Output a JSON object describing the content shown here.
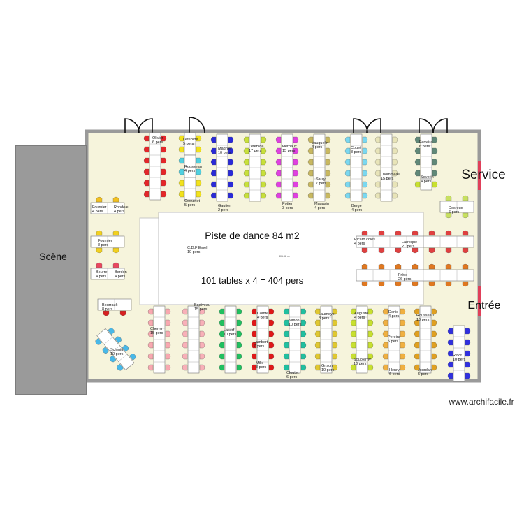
{
  "labels": {
    "stage": "Scène",
    "dance_floor": "Piste de dance 84 m2",
    "tables_total": "101 tables x 4 = 404 pers",
    "service": "Service",
    "entrance": "Entrée",
    "area": "306.36 m²",
    "watermark": "www.archifacile.fr"
  },
  "groups": [
    {
      "name": "Olivier",
      "pers": "6 pers",
      "color": "#e52629"
    },
    {
      "name": "Lefebvre",
      "pers": "5 pers",
      "color": "#f2e21b"
    },
    {
      "name": "Rousseau",
      "pers": "4 pers",
      "color": "#f2e21b"
    },
    {
      "name": "Coquelet",
      "pers": "5 pers",
      "color": "#f2e21b"
    },
    {
      "name": "Magnier",
      "pers": "10 pers",
      "color": "#2a2ad8"
    },
    {
      "name": "Gautier",
      "pers": "2 pers",
      "color": "#2a2ad8"
    },
    {
      "name": "Lefebvre",
      "pers": "17 pers",
      "color": "#c8e03a"
    },
    {
      "name": "Herbaux",
      "pers": "15 pers",
      "color": "#e040e0"
    },
    {
      "name": "Potter",
      "pers": "3 pers",
      "color": "#e040e0"
    },
    {
      "name": "Vauquelin",
      "pers": "4 pers",
      "color": "#c8b860"
    },
    {
      "name": "Sauly",
      "pers": "7 pers",
      "color": "#c8b860"
    },
    {
      "name": "Magasin",
      "pers": "4 pers",
      "color": "#c8b860"
    },
    {
      "name": "Couet",
      "pers": "8 pers",
      "color": "#7ad8f0"
    },
    {
      "name": "Berge",
      "pers": "4 pers",
      "color": "#7ad8f0"
    },
    {
      "name": "Lhommeau",
      "pers": "15 pers",
      "color": "#e8e4b8"
    },
    {
      "name": "Ferreira",
      "pers": "6 pers",
      "color": "#608878"
    },
    {
      "name": "Severin",
      "pers": "4 pers",
      "color": "#c8e030"
    },
    {
      "name": "Desreux",
      "pers": "6 pers",
      "color": "#c8e060"
    },
    {
      "name": "Fournier",
      "pers": "4 pers",
      "color": "#f2c020"
    },
    {
      "name": "Rondeau",
      "pers": "4 pers",
      "color": "#e890d0"
    },
    {
      "name": "Fournier",
      "pers": "8 pers",
      "color": "#f2d020"
    },
    {
      "name": "Bourre",
      "pers": "4 pers",
      "color": "#e84860"
    },
    {
      "name": "Berdon",
      "pers": "4 pers",
      "color": "#e890b0"
    },
    {
      "name": "Bourrault",
      "pers": "8 pers",
      "color": "#d82020"
    },
    {
      "name": "Schmitt",
      "pers": "10 pers",
      "color": "#48b8e8"
    },
    {
      "name": "Chemin",
      "pers": "15 pers",
      "color": "#f8a8b0"
    },
    {
      "name": "Bodiveau",
      "pers": "15 pers",
      "color": "#f8b0b8"
    },
    {
      "name": "Picard coles",
      "pers": "4 pers",
      "color": "#e04040"
    },
    {
      "name": "Larroque",
      "pers": "21 pers",
      "color": "#e04040"
    },
    {
      "name": "Frère",
      "pers": "26 pers",
      "color": "#e07820"
    },
    {
      "name": "C.D.F Emel",
      "pers": "10 pers",
      "color": "#ffffff"
    },
    {
      "name": "Lacerf",
      "pers": "10 pers",
      "color": "#20c060"
    },
    {
      "name": "Comte",
      "pers": "4 pers",
      "color": "#f0e020"
    },
    {
      "name": "Lambert",
      "pers": "7 pers",
      "color": "#b040a0"
    },
    {
      "name": "Mille",
      "pers": "8 pers",
      "color": "#b040a0"
    },
    {
      "name": "Simon",
      "pers": "10 pers",
      "color": "#20c0a0"
    },
    {
      "name": "Cloutet",
      "pers": "6 pers",
      "color": "#20c0a0"
    },
    {
      "name": "Laumeyer",
      "pers": "8 pers",
      "color": "#e0c830"
    },
    {
      "name": "Grison",
      "pers": "10 pers",
      "color": "#e07820"
    },
    {
      "name": "Augusto",
      "pers": "4 pers",
      "color": "#c8e030"
    },
    {
      "name": "Soublerny",
      "pers": "10 pers",
      "color": "#c8e030"
    },
    {
      "name": "Denis",
      "pers": "4 pers",
      "color": "#f0b040"
    },
    {
      "name": "Pereira",
      "pers": "5 pers",
      "color": "#f0c020"
    },
    {
      "name": "Henry",
      "pers": "6 pers",
      "color": "#f0e030"
    },
    {
      "name": "Rousseau",
      "pers": "10 pers",
      "color": "#e0a020"
    },
    {
      "name": "Jourdan",
      "pers": "5 pers",
      "color": "#c8e020"
    },
    {
      "name": "Ribot",
      "pers": "10 pers",
      "color": "#3030e0"
    }
  ]
}
